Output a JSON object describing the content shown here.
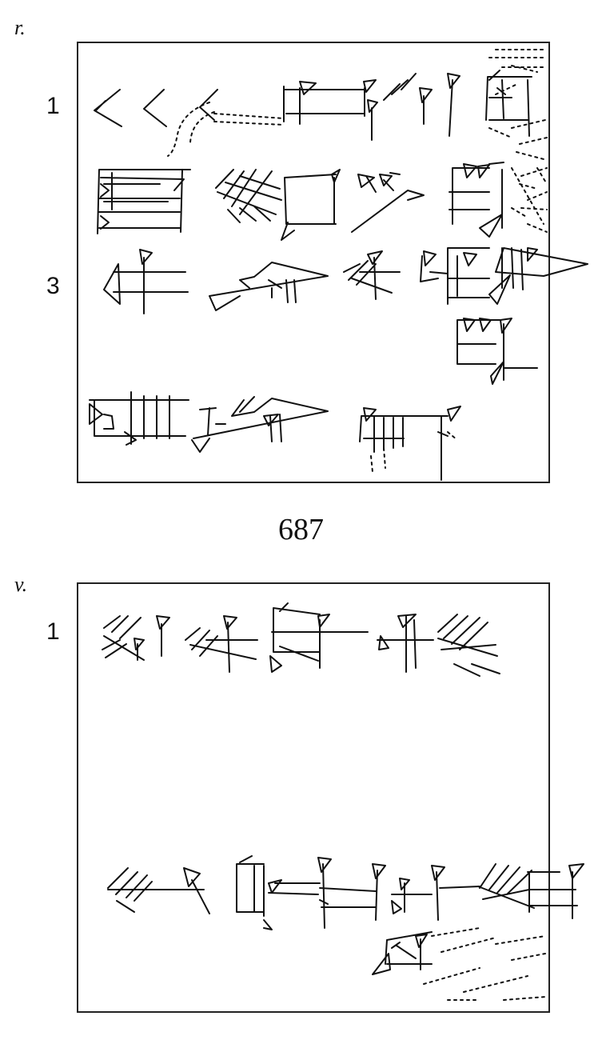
{
  "obverse": {
    "label": "r.",
    "line_numbers": [
      "1",
      "3"
    ]
  },
  "catalog_number": "687",
  "reverse": {
    "label": "v.",
    "line_numbers": [
      "1"
    ]
  }
}
